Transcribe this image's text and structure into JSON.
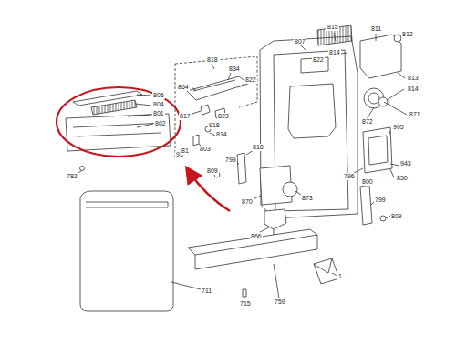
{
  "diagram": {
    "labels": [
      "805",
      "804",
      "801",
      "802",
      "93",
      "782",
      "818",
      "834",
      "864",
      "822",
      "817",
      "823",
      "918",
      "814",
      "803",
      "81",
      "799",
      "809",
      "818",
      "870",
      "873",
      "866",
      "711",
      "715",
      "759",
      "1",
      "815",
      "811",
      "812",
      "807",
      "822",
      "814",
      "813",
      "814",
      "872",
      "871",
      "905",
      "943",
      "796",
      "850",
      "800",
      "799",
      "809"
    ]
  }
}
